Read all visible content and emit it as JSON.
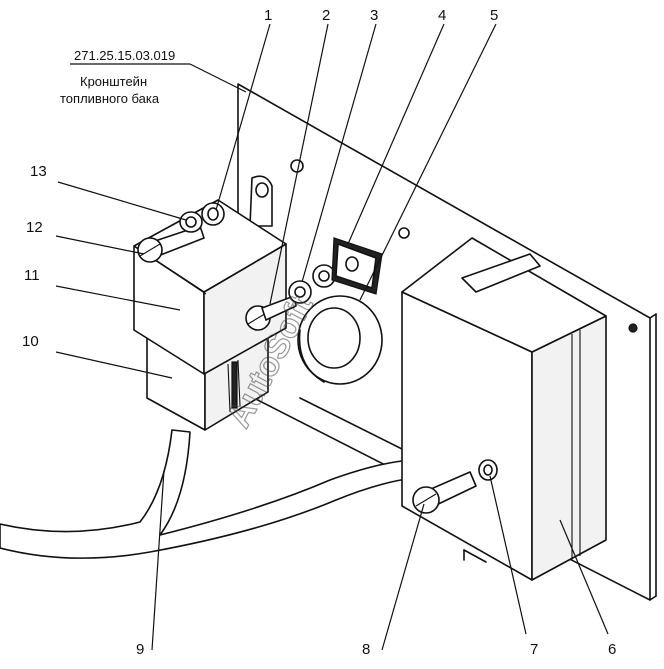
{
  "title_block": {
    "part_number": "271.25.15.03.019",
    "caption_line1": "Кронштейн",
    "caption_line2": "топливного бака"
  },
  "callouts": [
    "1",
    "2",
    "3",
    "4",
    "5",
    "6",
    "7",
    "8",
    "9",
    "10",
    "11",
    "12",
    "13"
  ],
  "watermark": "AutoSoft"
}
